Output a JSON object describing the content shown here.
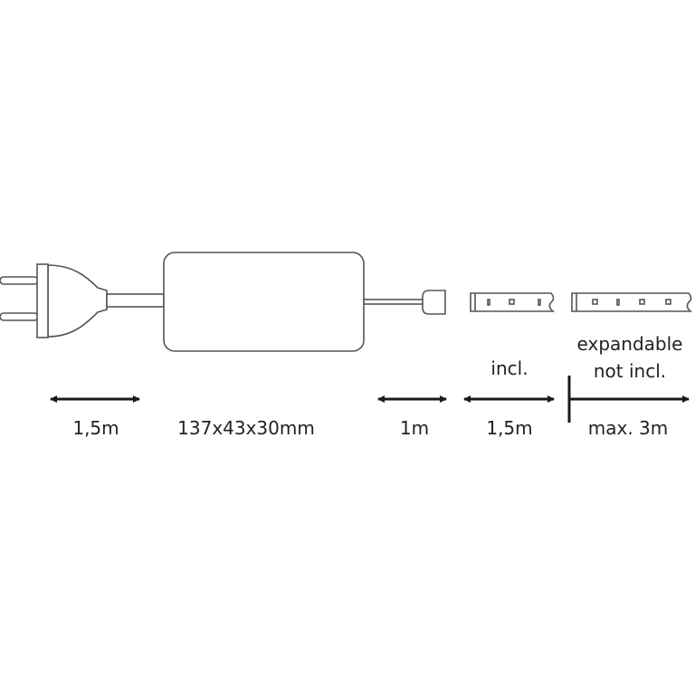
{
  "labels": {
    "plug_cable_length": "1,5m",
    "driver_dimensions": "137x43x30mm",
    "connector_cable_length": "1m",
    "strip_included_status": "incl.",
    "strip_included_length": "1,5m",
    "expandable_line1": "expandable",
    "expandable_line2": "not incl.",
    "expandable_max": "max. 3m"
  },
  "colors": {
    "line": "#555555",
    "arrow": "#1a1a1a",
    "text": "#222222"
  }
}
